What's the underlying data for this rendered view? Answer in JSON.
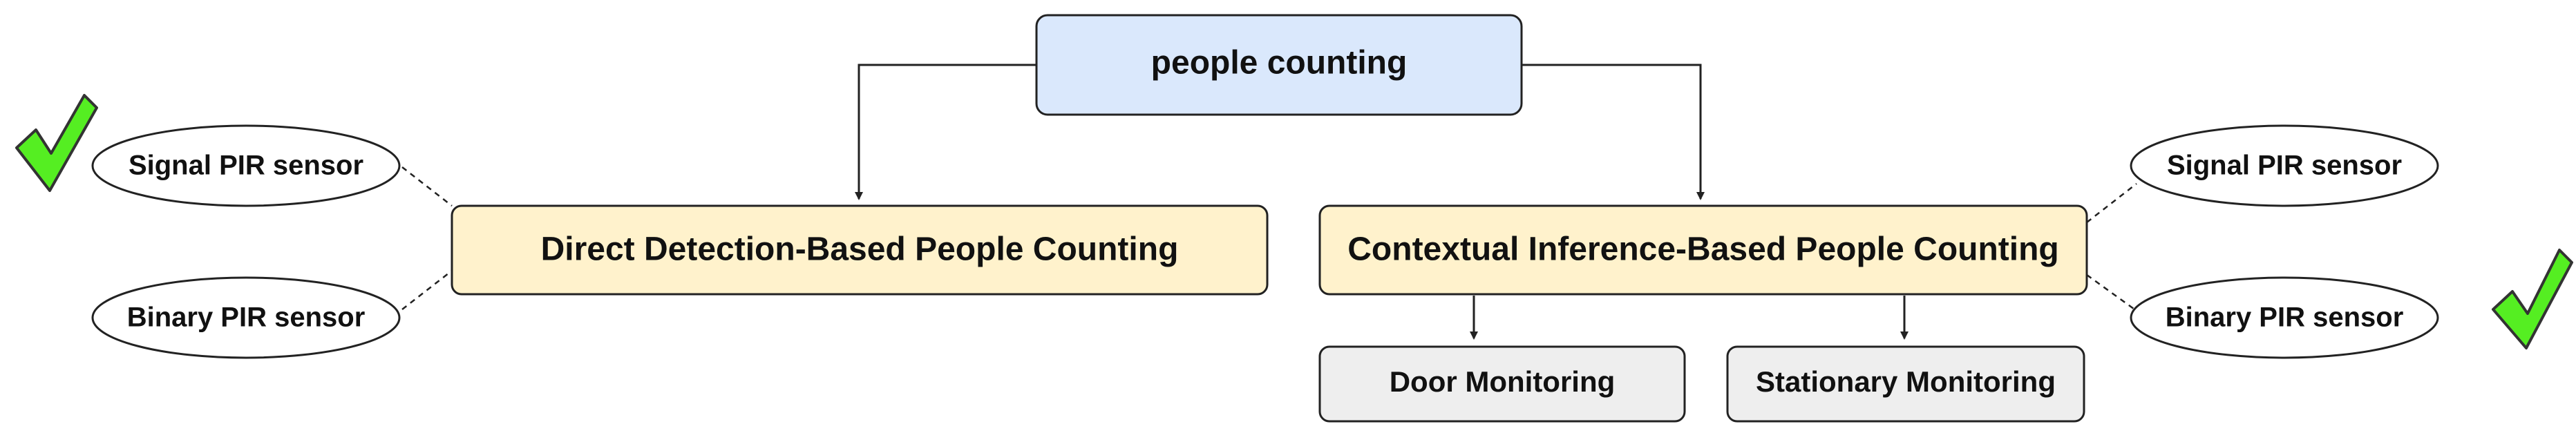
{
  "root": {
    "label": "people counting",
    "fill": "#dae8fc"
  },
  "branches": {
    "direct": {
      "label": "Direct Detection-Based People Counting",
      "fill": "#fff2cc"
    },
    "contextual": {
      "label": "Contextual Inference-Based People Counting",
      "fill": "#fff2cc"
    }
  },
  "sub_nodes": {
    "door": {
      "label": "Door Monitoring"
    },
    "stationary": {
      "label": "Stationary Monitoring"
    },
    "fill": "#eeeeee"
  },
  "sensors_left": {
    "signal": {
      "label": "Signal PIR sensor"
    },
    "binary": {
      "label": "Binary PIR sensor"
    }
  },
  "sensors_right": {
    "signal": {
      "label": "Signal PIR sensor"
    },
    "binary": {
      "label": "Binary PIR sensor"
    }
  },
  "colors": {
    "check": "#55ee22",
    "stroke": "#222222"
  },
  "icons": {
    "left_check": "checkmark-icon",
    "right_check": "checkmark-icon"
  }
}
